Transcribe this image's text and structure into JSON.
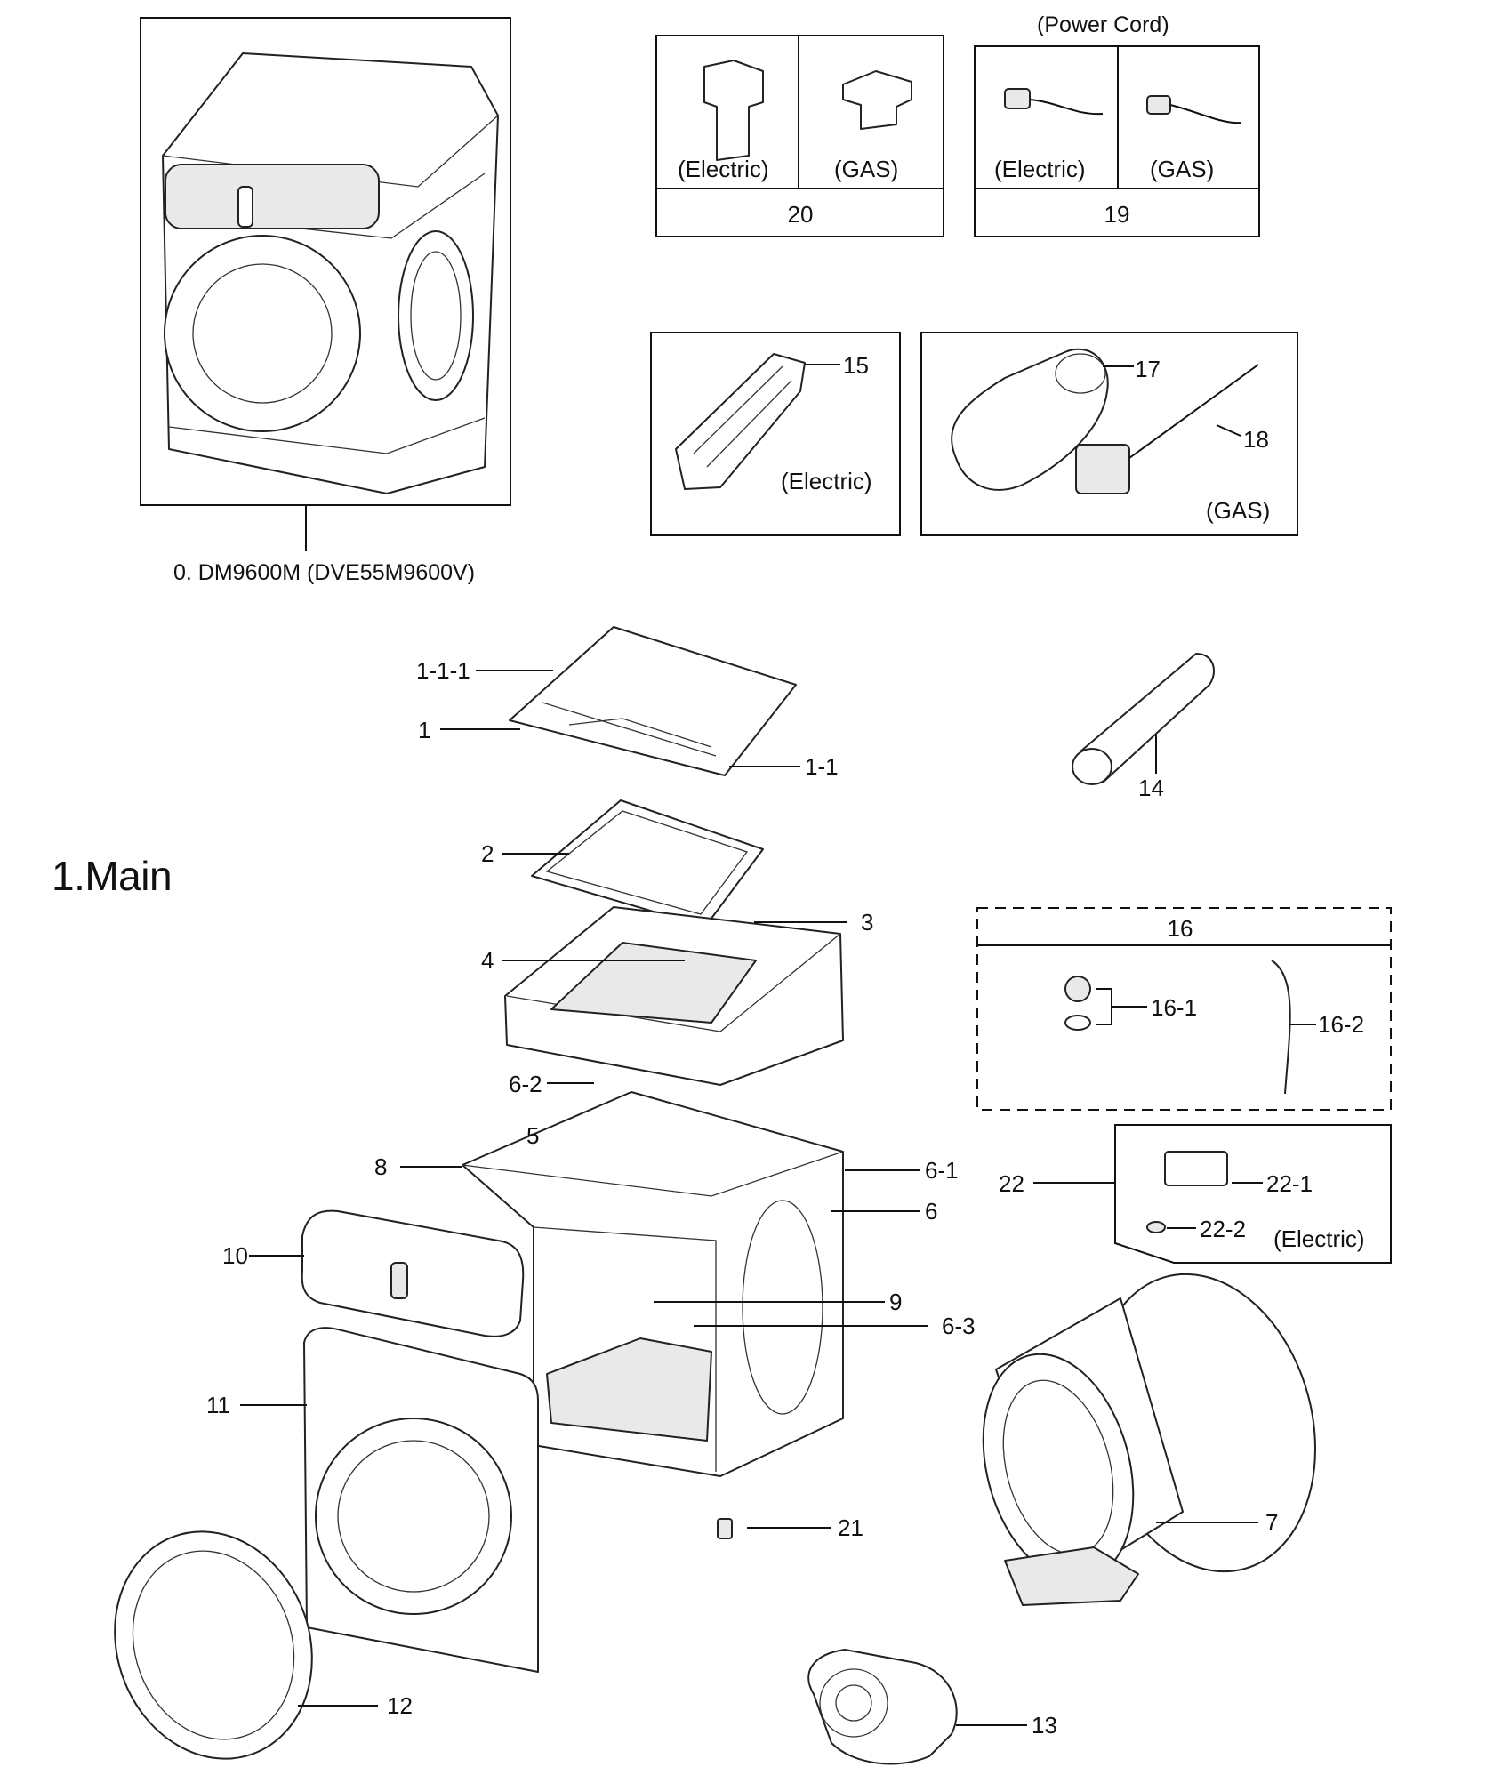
{
  "section_title": "1.Main",
  "model_label": "0. DM9600M (DVE55M9600V)",
  "power_cord_title": "(Power Cord)",
  "boxes": {
    "part20": {
      "number": "20",
      "left_variant": "(Electric)",
      "right_variant": "(GAS)"
    },
    "part19": {
      "number": "19",
      "left_variant": "(Electric)",
      "right_variant": "(GAS)"
    },
    "part15": {
      "number": "15",
      "variant": "(Electric)"
    },
    "part17_18": {
      "number_a": "17",
      "number_b": "18",
      "variant": "(GAS)"
    },
    "part16": {
      "number": "16",
      "sub_a": "16-1",
      "sub_b": "16-2"
    },
    "part22": {
      "number": "22",
      "sub_a": "22-1",
      "sub_b": "22-2",
      "variant": "(Electric)"
    }
  },
  "callouts": {
    "c1_1_1": "1-1-1",
    "c1": "1",
    "c1_1": "1-1",
    "c14": "14",
    "c2": "2",
    "c3": "3",
    "c4": "4",
    "c6_2": "6-2",
    "c5": "5",
    "c8": "8",
    "c6_1": "6-1",
    "c6": "6",
    "c10": "10",
    "c9": "9",
    "c6_3": "6-3",
    "c11": "11",
    "c21": "21",
    "c7": "7",
    "c12": "12",
    "c13": "13"
  }
}
